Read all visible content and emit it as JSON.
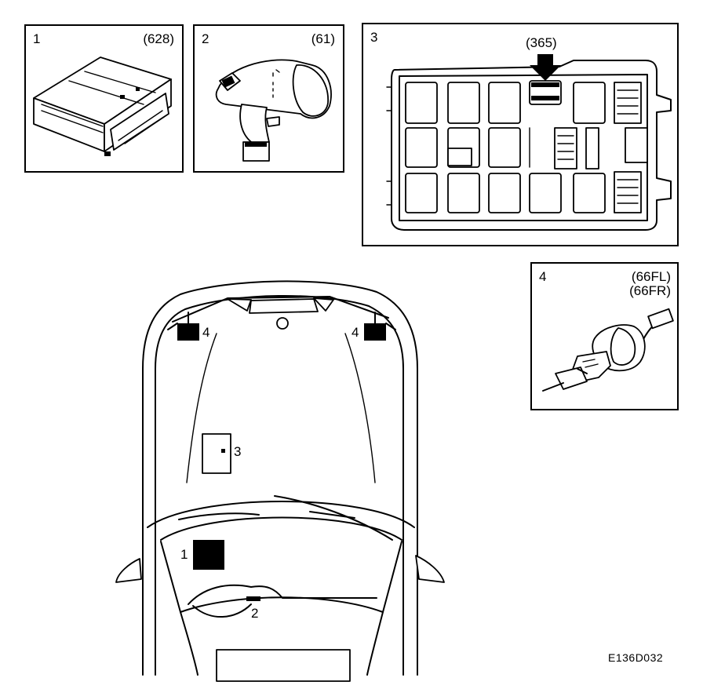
{
  "panels": [
    {
      "number": "1",
      "code": "(628)"
    },
    {
      "number": "2",
      "code": "(61)"
    },
    {
      "number": "3",
      "code": "(365)"
    },
    {
      "number": "4",
      "code_lines": [
        "(66FL)",
        "(66FR)"
      ]
    }
  ],
  "car_labels": {
    "left_sensor": "4",
    "right_sensor": "4",
    "fuse_box": "3",
    "control_unit": "1",
    "switch": "2"
  },
  "reference": "E136D032"
}
